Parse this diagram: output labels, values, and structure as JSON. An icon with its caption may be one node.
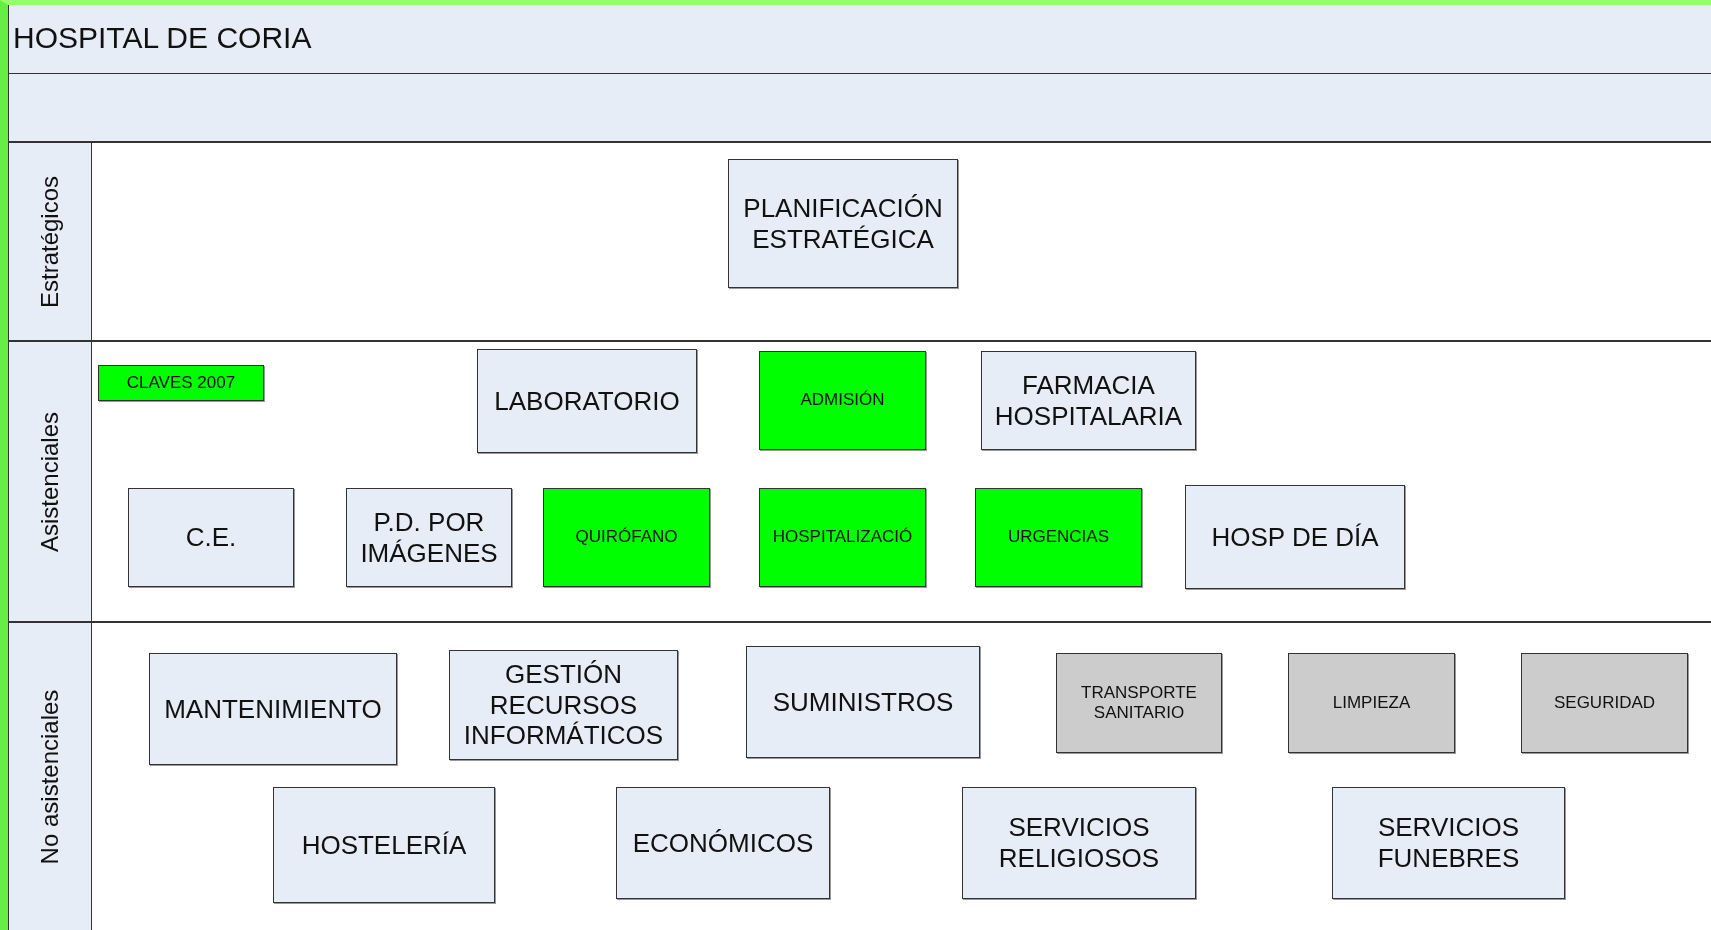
{
  "diagram": {
    "nodes": [
      {
        "text": [
          "HOSPITAL DE CORIA"
        ]
      },
      {
        "text": [
          "Estratégicos"
        ],
        "in": 0
      },
      {
        "text": [
          "Asistenciales"
        ],
        "in": 0
      },
      {
        "text": [
          "No asistenciales"
        ],
        "in": 0
      },
      {
        "text": [
          "PLANIFICACIÓN ESTRATÉGICA"
        ],
        "in": 1
      },
      {
        "text": [
          "CLAVES 2007"
        ],
        "in": 2
      },
      {
        "text": [
          "LABORATORIO"
        ],
        "in": 2
      },
      {
        "text": [
          "ADMISIÓN"
        ],
        "in": 2
      },
      {
        "text": [
          "FARMACIA HOSPITALARIA"
        ],
        "in": 2
      },
      {
        "text": [
          "C.E."
        ],
        "in": 2
      },
      {
        "text": [
          "P.D. POR IMÁGENES"
        ],
        "in": 2
      },
      {
        "text": [
          "QUIRÓFANO"
        ],
        "in": 2
      },
      {
        "text": [
          "HOSPITALIZACIÓ"
        ],
        "in": 2
      },
      {
        "text": [
          "URGENCIAS"
        ],
        "in": 2
      },
      {
        "text": [
          "HOSP DE DÍA"
        ],
        "in": 2
      },
      {
        "text": [
          "MANTENIMIENTO"
        ],
        "in": 3
      },
      {
        "text": [
          "GESTIÓN RECURSOS INFORMÁTICOS"
        ],
        "in": 3
      },
      {
        "text": [
          "SUMINISTROS"
        ],
        "in": 3
      },
      {
        "text": [
          "TRANSPORTE SANITARIO"
        ],
        "in": 3
      },
      {
        "text": [
          "LIMPIEZA"
        ],
        "in": 3
      },
      {
        "text": [
          "SEGURIDAD"
        ],
        "in": 3
      },
      {
        "text": [
          "HOSTELERÍA"
        ],
        "in": 3
      },
      {
        "text": [
          "ECONÓMICOS"
        ],
        "in": 3
      },
      {
        "text": [
          "SERVICIOS RELIGIOSOS"
        ],
        "in": 3
      },
      {
        "text": [
          "SERVICIOS FUNEBRES"
        ],
        "in": 3
      }
    ],
    "edges": []
  }
}
